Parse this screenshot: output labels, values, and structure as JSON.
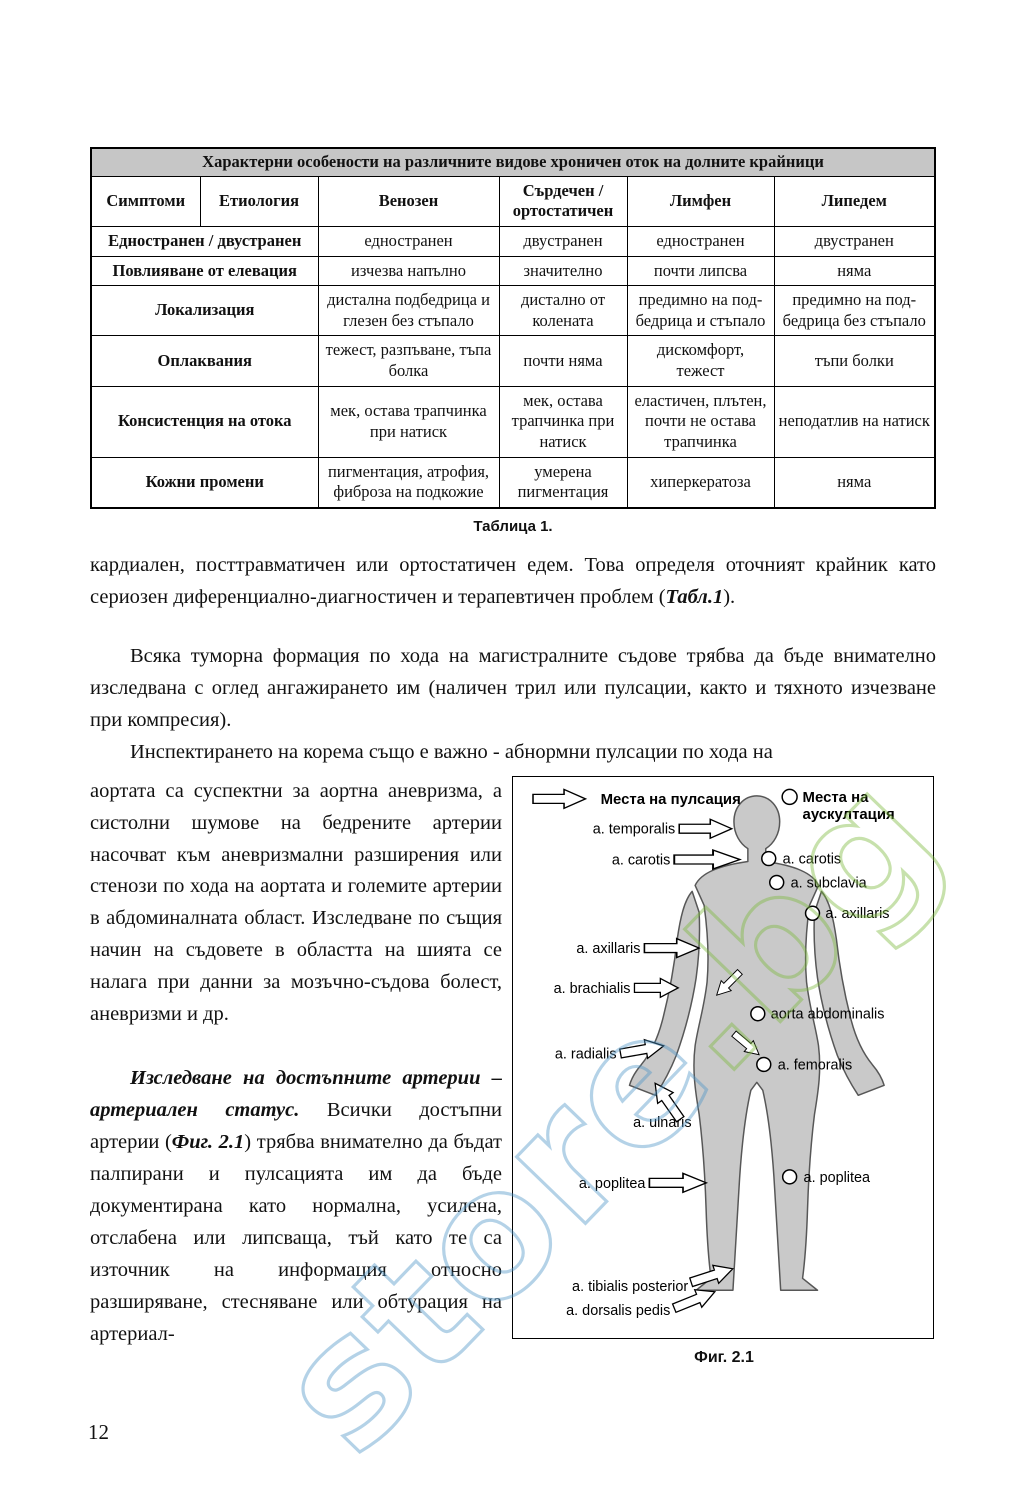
{
  "page": {
    "number": "12"
  },
  "colors": {
    "watermark_blue": "#4e96c8",
    "watermark_green": "#7cb93c",
    "table_title_bg": "#c6c6c6",
    "figure_body_fill": "#c9c9c9"
  },
  "table": {
    "title": "Характерни особености на различните видове хроничен оток на долните крайници",
    "caption": "Таблица 1.",
    "headers": [
      "Симптоми",
      "Етиология",
      "Венозен",
      "Сърдечен / ортостатичен",
      "Лимфен",
      "Липедем"
    ],
    "rows": [
      {
        "label": "Едностранен / двустранен",
        "cells": [
          "едностранен",
          "двустранен",
          "едностранен",
          "двустранен"
        ]
      },
      {
        "label": "Повлияване от елевация",
        "cells": [
          "изчезва напълно",
          "значително",
          "почти липсва",
          "няма"
        ]
      },
      {
        "label": "Локализация",
        "cells": [
          "дистална подбедрица и глезен без стъпало",
          "дистално от колената",
          "предимно на под-бедрица и стъпало",
          "предимно на под-бедрица без стъпало"
        ]
      },
      {
        "label": "Оплаквания",
        "cells": [
          "тежест, разпъване, тъпа болка",
          "почти няма",
          "дискомфорт, тежест",
          "тъпи болки"
        ]
      },
      {
        "label": "Консистенция на отока",
        "cells": [
          "мек, остава трапчинка при натиск",
          "мек, остава трапчинка при натиск",
          "еластичен, плътен, почти не остава трапчинка",
          "неподатлив на натиск"
        ]
      },
      {
        "label": "Кожни промени",
        "cells": [
          "пигментация, атрофия, фиброза на подкожие",
          "умерена пигментация",
          "хиперкератоза",
          "няма"
        ]
      }
    ]
  },
  "text": {
    "para1_a": "кардиален, посттравматичен или ортостатичен едем. Това определя оточният крайник като сериозен диференциално-диагностичен и терапевтичен проблем (",
    "para1_b": "Табл.1",
    "para1_c": ").",
    "para2": "Всяка туморна формация по хода на магистралните съдове трябва да бъде внимателно изследвана с оглед ангажирането им (наличен трил или пулсации, както и тяхното изчезване при компресия).",
    "para3": "Инспектирането на корема също е важно - абнормни пулсации по хода на",
    "col_left_1": "аортата са суспектни за аортна аневризма, а систолни шумове на бедрените артерии насочват към аневризмални разширения или стенози по хода на аортата и големите артерии в абдоминалната област. Изследване по същия начин на съдовете в областта на шията се налага при данни за мозъчно-съдова болест, аневризми и др.",
    "para4_lead": "Изследване на достъпните артерии – артериален статус.",
    "para4_a": " Всички достъпни артерии (",
    "para4_b": "Фиг. 2.1",
    "para4_c": ") трябва внимателно да бъдат палпирани и пулсацията им да бъде документирана като нормална, усилена, отслабена или липсваща, тъй като те са източник на информация относно разширяване, стесняване или обтурация на артериал-"
  },
  "figure": {
    "caption": "Фиг. 2.1",
    "legend": {
      "pulsation": "Места на пулсация",
      "auscultation_line1": "Места на",
      "auscultation_line2": "аускултация"
    },
    "labels": {
      "temporalis": "a. temporalis",
      "carotis_left": "a. carotis",
      "carotis_right": "a. carotis",
      "subclavia": "a. subclavia",
      "axillaris_left": "a. axillaris",
      "axillaris_right": "a. axillaris",
      "brachialis": "a. brachialis",
      "aorta": "aorta abdominalis",
      "radialis": "a. radialis",
      "femoralis": "a. femoralis",
      "ulnaris": "a. ulnaris",
      "poplitea_left": "a. poplitea",
      "poplitea_right": "a. poplitea",
      "tibialis": "a. tibialis posterior",
      "dorsalis": "a. dorsalis pedis"
    }
  },
  "watermark": {
    "text_blue": "store",
    "text_green": ".bg"
  }
}
